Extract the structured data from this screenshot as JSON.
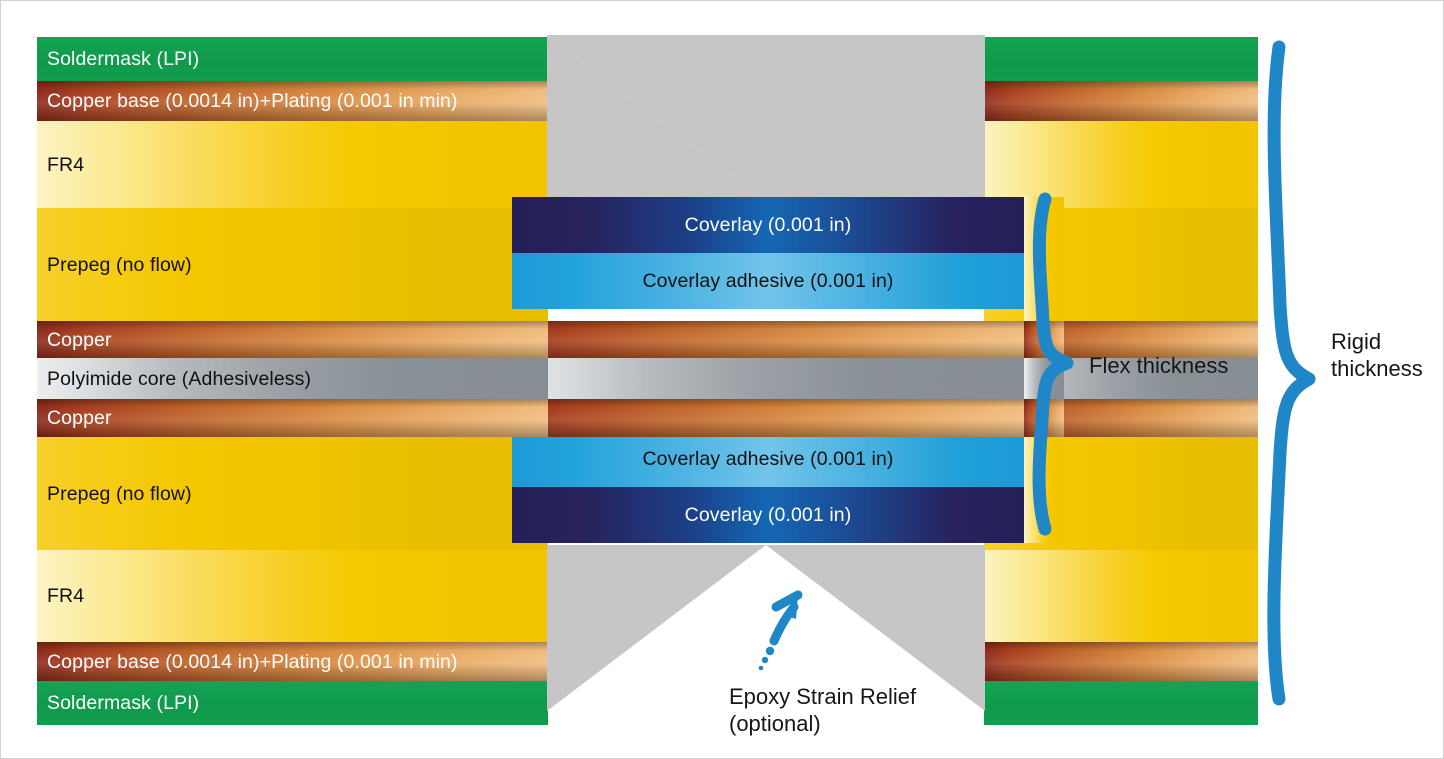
{
  "diagram": {
    "title": "Rigid-flex PCB cross-section stackup",
    "accent_color": "#1f86c8",
    "colors": {
      "soldermask_green": "#0f9b4f",
      "copper": "#c0662c",
      "fr4_yellow": "#f5c900",
      "prepreg_yellow": "#f0c400",
      "polyimide_gray": "#9aa0a5",
      "coverlay_navy": "#241f56",
      "coverlay_adhesive_blue": "#1c9ad6",
      "epoxy_gray": "#c6c6c6",
      "annotation_blue": "#1f86c8"
    }
  },
  "rigid_stack": {
    "layers": [
      {
        "id": "soldermask-top",
        "label": "Soldermask (LPI)",
        "fill": "green",
        "text": "white"
      },
      {
        "id": "copper-plating-top",
        "label": "Copper base (0.0014 in)+Plating (0.001 in min)",
        "fill": "copper",
        "text": "white"
      },
      {
        "id": "fr4-top",
        "label": "FR4",
        "fill": "fr4",
        "text": "black"
      },
      {
        "id": "prepreg-top",
        "label": "Prepeg (no flow)",
        "fill": "prepreg",
        "text": "black"
      },
      {
        "id": "copper-top",
        "label": "Copper",
        "fill": "copper",
        "text": "white"
      },
      {
        "id": "polyimide-core",
        "label": "Polyimide core (Adhesiveless)",
        "fill": "poly",
        "text": "black"
      },
      {
        "id": "copper-bottom",
        "label": "Copper",
        "fill": "copper",
        "text": "white"
      },
      {
        "id": "prepreg-bottom",
        "label": "Prepeg (no flow)",
        "fill": "prepreg",
        "text": "black"
      },
      {
        "id": "fr4-bottom",
        "label": "FR4",
        "fill": "fr4",
        "text": "black"
      },
      {
        "id": "copper-plating-bottom",
        "label": "Copper base (0.0014 in)+Plating (0.001 in min)",
        "fill": "copper",
        "text": "white"
      },
      {
        "id": "soldermask-bottom",
        "label": "Soldermask (LPI)",
        "fill": "green",
        "text": "white"
      }
    ]
  },
  "flex_overlays": {
    "top": [
      {
        "id": "coverlay-top",
        "label": "Coverlay (0.001 in)",
        "text": "white"
      },
      {
        "id": "coverlay-adhesive-top",
        "label": "Coverlay adhesive (0.001 in)",
        "text": "black"
      }
    ],
    "bottom": [
      {
        "id": "coverlay-adhesive-bottom",
        "label": "Coverlay adhesive (0.001 in)",
        "text": "black"
      },
      {
        "id": "coverlay-bottom",
        "label": "Coverlay (0.001 in)",
        "text": "white"
      }
    ]
  },
  "annotations": {
    "flex_thickness": "Flex thickness",
    "rigid_thickness_line1": "Rigid",
    "rigid_thickness_line2": "thickness",
    "epoxy_line1": "Epoxy Strain Relief",
    "epoxy_line2": "(optional)"
  }
}
